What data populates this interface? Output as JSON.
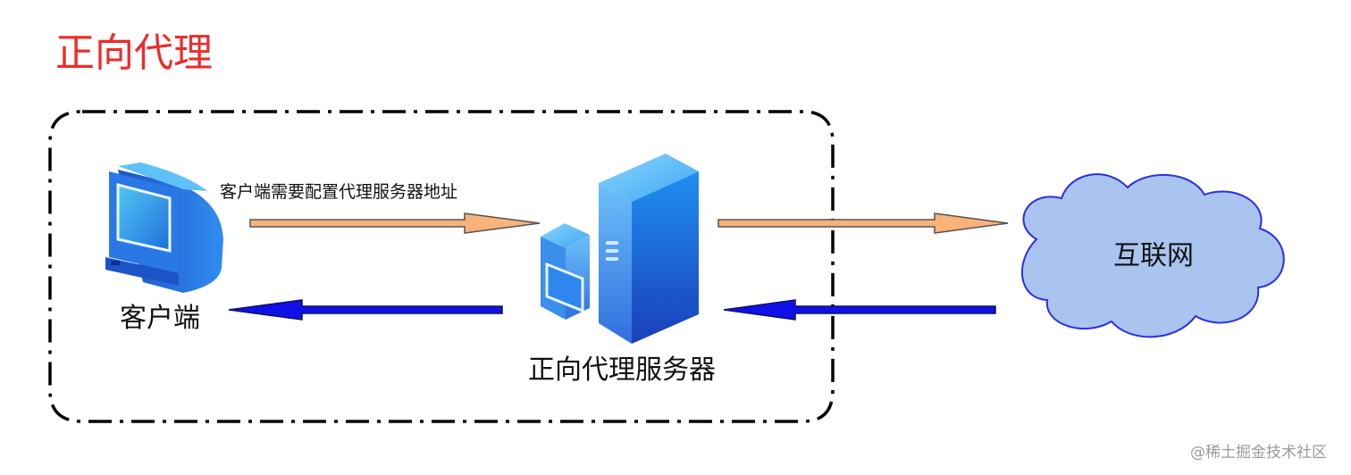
{
  "title": "正向代理",
  "labels": {
    "request_arrow": "客户端需要配置代理服务器地址",
    "client": "客户端",
    "proxy_server": "正向代理服务器",
    "internet": "互联网"
  },
  "watermark": "@稀土掘金技术社区",
  "colors": {
    "title": "#ee2b2b",
    "request_arrow_fill": "#f9b27a",
    "response_arrow_fill": "#1010e8",
    "cloud_fill": "#a9c4ee",
    "cloud_stroke": "#2e2ee0",
    "boundary": "#000000"
  },
  "icons": {
    "client": "desktop-computer-icon",
    "proxy": "server-tower-icon",
    "internet": "cloud-icon"
  }
}
